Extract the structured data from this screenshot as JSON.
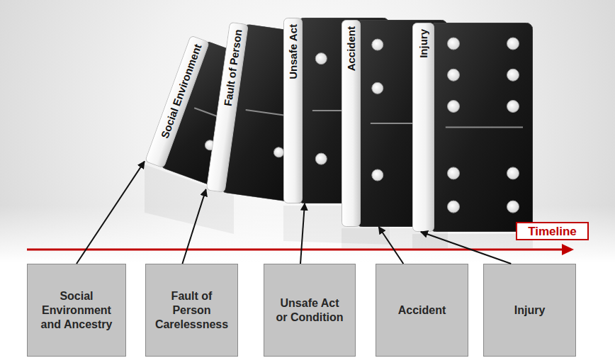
{
  "diagram": {
    "nodes": [
      {
        "text": [
          "Social Environment"
        ]
      },
      {
        "text": [
          "Fault of Person"
        ]
      },
      {
        "text": [
          "Unsafe Act"
        ]
      },
      {
        "text": [
          "Accident"
        ]
      },
      {
        "text": [
          "Injury"
        ]
      },
      {
        "text": [
          "Timeline"
        ]
      },
      {
        "text": [
          "Social Environment and Ancestry"
        ]
      },
      {
        "text": [
          "Fault of Person Carelessness"
        ]
      },
      {
        "text": [
          "Unsafe Act or Condition"
        ]
      },
      {
        "text": [
          "Accident"
        ]
      },
      {
        "text": [
          "Injury"
        ]
      }
    ],
    "edges": [
      {
        "from": 6,
        "to": 0,
        "arrow": "to"
      },
      {
        "from": 7,
        "to": 1,
        "arrow": "to"
      },
      {
        "from": 8,
        "to": 2,
        "arrow": "to"
      },
      {
        "from": 9,
        "to": 3,
        "arrow": "to"
      },
      {
        "from": 10,
        "to": 4,
        "arrow": "to"
      }
    ]
  }
}
